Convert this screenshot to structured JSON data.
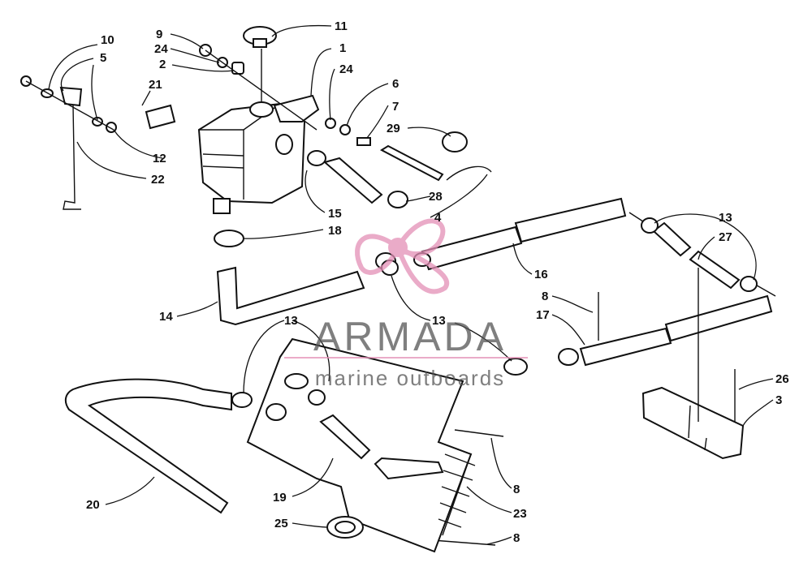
{
  "watermark": {
    "brand": "ARMADA",
    "tagline": "marine outboards",
    "brand_color": "#e48fb6",
    "text_color": "#555555"
  },
  "callouts": [
    {
      "id": "c1",
      "text": "1"
    },
    {
      "id": "c2",
      "text": "2"
    },
    {
      "id": "c3",
      "text": "3"
    },
    {
      "id": "c4",
      "text": "4"
    },
    {
      "id": "c5",
      "text": "5"
    },
    {
      "id": "c6",
      "text": "6"
    },
    {
      "id": "c7",
      "text": "7"
    },
    {
      "id": "c8a",
      "text": "8"
    },
    {
      "id": "c8b",
      "text": "8"
    },
    {
      "id": "c8c",
      "text": "8"
    },
    {
      "id": "c9",
      "text": "9"
    },
    {
      "id": "c10",
      "text": "10"
    },
    {
      "id": "c11",
      "text": "11"
    },
    {
      "id": "c12",
      "text": "12"
    },
    {
      "id": "c13a",
      "text": "13"
    },
    {
      "id": "c13b",
      "text": "13"
    },
    {
      "id": "c13c",
      "text": "13"
    },
    {
      "id": "c13d",
      "text": "13"
    },
    {
      "id": "c14",
      "text": "14"
    },
    {
      "id": "c15",
      "text": "15"
    },
    {
      "id": "c16",
      "text": "16"
    },
    {
      "id": "c17",
      "text": "17"
    },
    {
      "id": "c18",
      "text": "18"
    },
    {
      "id": "c19",
      "text": "19"
    },
    {
      "id": "c20",
      "text": "20"
    },
    {
      "id": "c21",
      "text": "21"
    },
    {
      "id": "c22",
      "text": "22"
    },
    {
      "id": "c23",
      "text": "23"
    },
    {
      "id": "c24a",
      "text": "24"
    },
    {
      "id": "c24b",
      "text": "24"
    },
    {
      "id": "c25",
      "text": "25"
    },
    {
      "id": "c26",
      "text": "26"
    },
    {
      "id": "c27",
      "text": "27"
    },
    {
      "id": "c28",
      "text": "28"
    },
    {
      "id": "c29",
      "text": "29"
    }
  ]
}
